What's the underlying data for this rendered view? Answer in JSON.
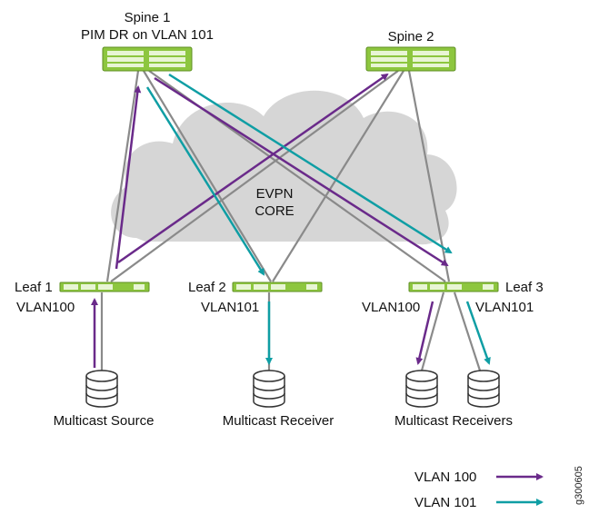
{
  "colors": {
    "vlan100": "#6a2a8a",
    "vlan101": "#0f9ea4",
    "link": "#8a8a8a",
    "device": "#8dc63f",
    "cloud": "#d6d6d6"
  },
  "core": {
    "line1": "EVPN",
    "line2": "CORE"
  },
  "spines": [
    {
      "name": "Spine 1",
      "role": "PIM DR on VLAN 101"
    },
    {
      "name": "Spine 2"
    }
  ],
  "leaves": [
    {
      "name": "Leaf 1",
      "vlans": [
        "VLAN100"
      ]
    },
    {
      "name": "Leaf 2",
      "vlans": [
        "VLAN101"
      ]
    },
    {
      "name": "Leaf 3",
      "vlans": [
        "VLAN100",
        "VLAN101"
      ]
    }
  ],
  "hosts": {
    "source": "Multicast Source",
    "receiver": "Multicast Receiver",
    "receivers": "Multicast Receivers"
  },
  "legend": [
    {
      "label": "VLAN 100",
      "color": "#6a2a8a"
    },
    {
      "label": "VLAN 101",
      "color": "#0f9ea4"
    }
  ],
  "figure_id": "g300605"
}
